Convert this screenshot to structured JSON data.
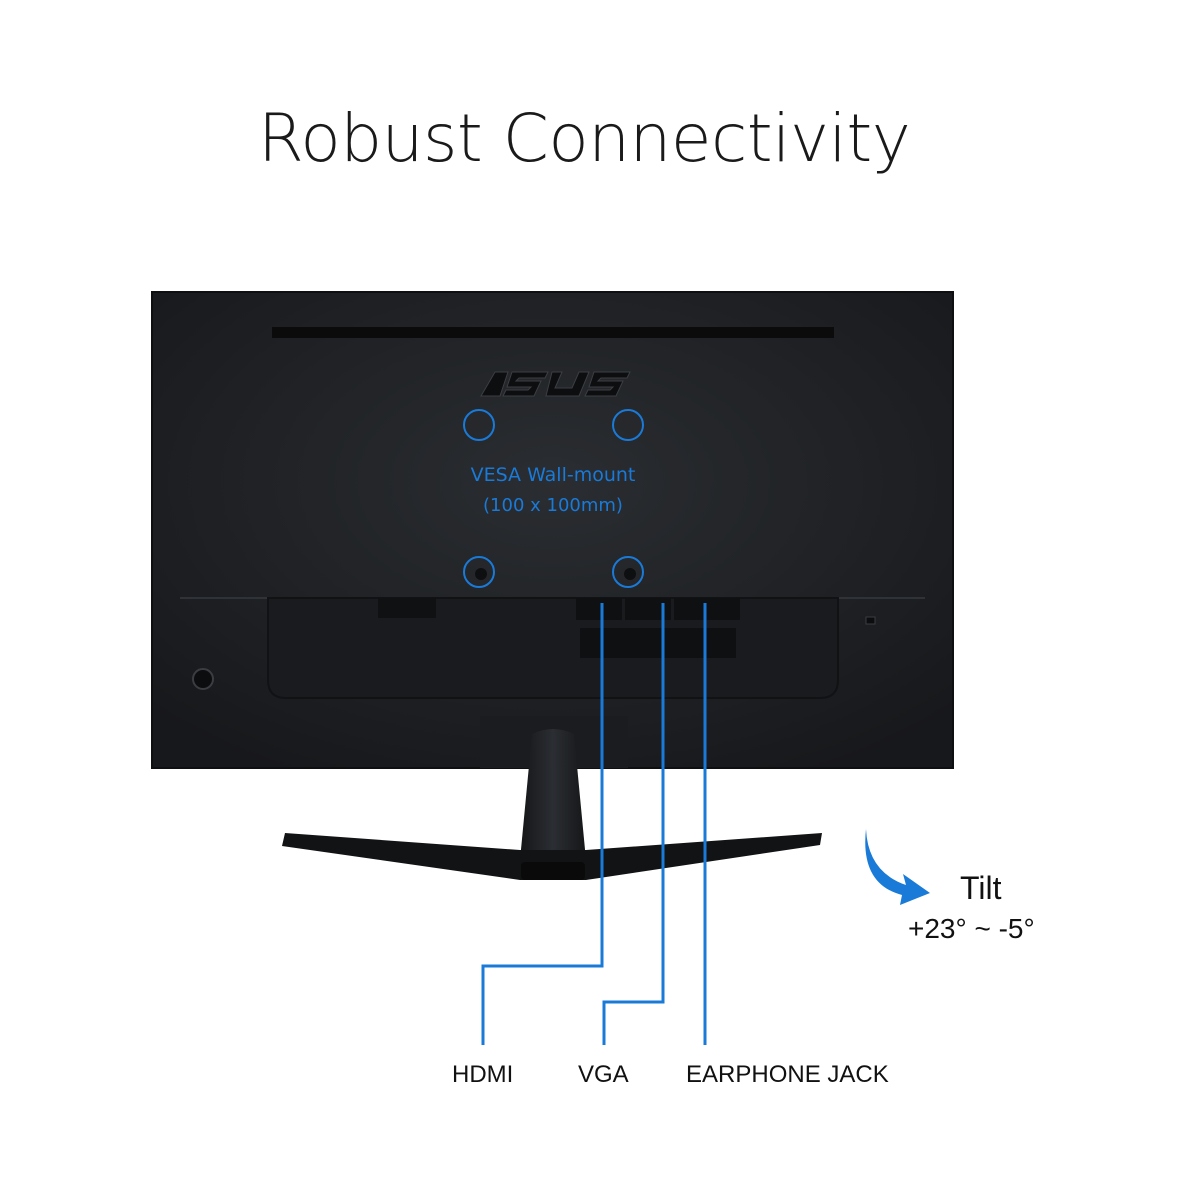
{
  "title": "Robust Connectivity",
  "colors": {
    "accent": "#1a7ad8",
    "monitor": "#1e2023",
    "background": "#ffffff"
  },
  "vesa": {
    "line1": "VESA Wall-mount",
    "line2": "(100 x 100mm)"
  },
  "ports": [
    {
      "label": "HDMI"
    },
    {
      "label": "VGA"
    },
    {
      "label": "EARPHONE JACK"
    }
  ],
  "tilt": {
    "label": "Tilt",
    "range": "+23° ~ -5°"
  },
  "icons": [
    "asus-logo",
    "vesa-mount-hole-icon",
    "tilt-arrow-icon",
    "power-button-icon",
    "kensington-lock-icon"
  ]
}
